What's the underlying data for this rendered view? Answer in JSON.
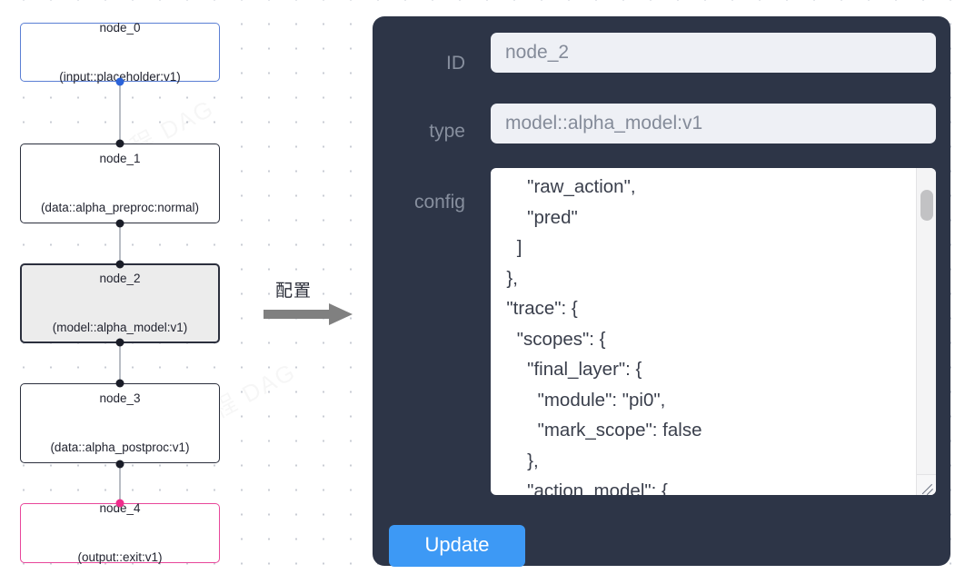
{
  "canvas": {
    "watermark_text": "图解流程 DAG",
    "annotation": {
      "label": "配置",
      "arrow": "right-arrow"
    },
    "nodes": [
      {
        "id": "node_0",
        "subtitle": "(input::placeholder:v1)",
        "style": "input",
        "selected": false
      },
      {
        "id": "node_1",
        "subtitle": "(data::alpha_preproc:normal)",
        "style": "plain",
        "selected": false
      },
      {
        "id": "node_2",
        "subtitle": "(model::alpha_model:v1)",
        "style": "selected",
        "selected": true
      },
      {
        "id": "node_3",
        "subtitle": "(data::alpha_postproc:v1)",
        "style": "plain",
        "selected": false
      },
      {
        "id": "node_4",
        "subtitle": "(output::exit:v1)",
        "style": "output",
        "selected": false
      }
    ],
    "edges": [
      {
        "from": "node_0",
        "to": "node_1"
      },
      {
        "from": "node_1",
        "to": "node_2"
      },
      {
        "from": "node_2",
        "to": "node_3"
      },
      {
        "from": "node_3",
        "to": "node_4"
      }
    ],
    "colors": {
      "input_border": "#5b7fd4",
      "plain_border": "#2b2f3d",
      "output_border": "#e8469a",
      "selected_fill": "#ececec",
      "port": "#1a1d28",
      "port_input": "#2b63d9",
      "port_output": "#ef2d8c",
      "edge": "#b8bcc4",
      "grid_dot": "#c9ccd4"
    }
  },
  "inspector": {
    "panel_color": "#2d3547",
    "fields": [
      {
        "label": "ID",
        "value": "node_2",
        "placeholder": "node_2"
      },
      {
        "label": "type",
        "value": "model::alpha_model:v1",
        "placeholder": "model::alpha_model:v1"
      }
    ],
    "config": {
      "label": "config",
      "value": "      \"raw_action\",\n      \"pred\"\n    ]\n  },\n  \"trace\": {\n    \"scopes\": {\n      \"final_layer\": {\n        \"module\": \"pi0\",\n        \"mark_scope\": false\n      },\n      \"action_model\": {",
      "scrollbar": "vertical-scrollbar",
      "resize_handle": "resize-grip-icon"
    },
    "update_button": {
      "label": "Update",
      "color": "#3d99f5"
    }
  }
}
